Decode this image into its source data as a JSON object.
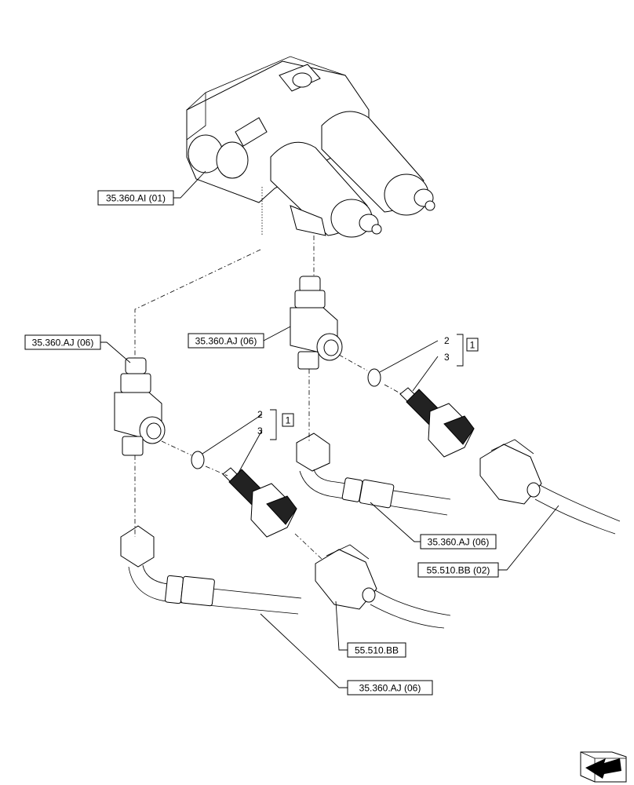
{
  "callouts": {
    "valve_block": "35.360.AI (01)",
    "tee_upper": "35.360.AJ (06)",
    "tee_left": "35.360.AJ (06)",
    "hose_upper": "35.360.AJ (06)",
    "hose_lower": "35.360.AJ (06)",
    "harness_lower": "55.510.BB",
    "harness_upper": "55.510.BB (02)"
  },
  "item_refs": {
    "upper": {
      "oring": "2",
      "sensor": "3",
      "kit": "1"
    },
    "lower": {
      "oring": "2",
      "sensor": "3",
      "kit": "1"
    }
  },
  "icons": {
    "nav": "navigation-arrow-icon"
  }
}
